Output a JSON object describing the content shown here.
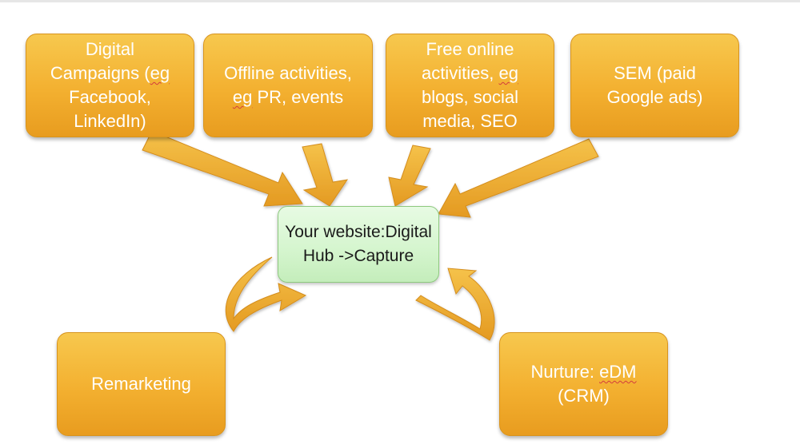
{
  "diagram": {
    "sources": [
      {
        "id": "digital-campaigns",
        "lines": [
          "Digital",
          "Campaigns (eg",
          "Facebook,",
          "LinkedIn)"
        ],
        "squiggle_word": "eg"
      },
      {
        "id": "offline-activities",
        "lines": [
          "Offline activities,",
          "eg PR, events"
        ],
        "squiggle_word": "eg"
      },
      {
        "id": "free-online-activities",
        "lines": [
          "Free online",
          "activities, eg",
          "blogs, social",
          "media, SEO"
        ],
        "squiggle_word": "eg"
      },
      {
        "id": "sem",
        "lines": [
          "SEM (paid",
          "Google ads)"
        ],
        "squiggle_word": ""
      }
    ],
    "hub": {
      "lines": [
        "Your website:",
        "Digital Hub ->",
        "Capture"
      ]
    },
    "loops": [
      {
        "id": "remarketing",
        "lines": [
          "Remarketing"
        ],
        "squiggle_word": ""
      },
      {
        "id": "nurture",
        "lines": [
          "Nurture: eDM",
          "(CRM)"
        ],
        "squiggle_word": "eDM"
      }
    ],
    "colors": {
      "box_fill_top": "#f7c84e",
      "box_fill_bottom": "#e89c1f",
      "arrow_fill": "#f0b334",
      "hub_fill": "#d4f5cd",
      "hub_border": "#8ec97f",
      "box_text": "#ffffff",
      "hub_text": "#1a1a1a"
    }
  }
}
